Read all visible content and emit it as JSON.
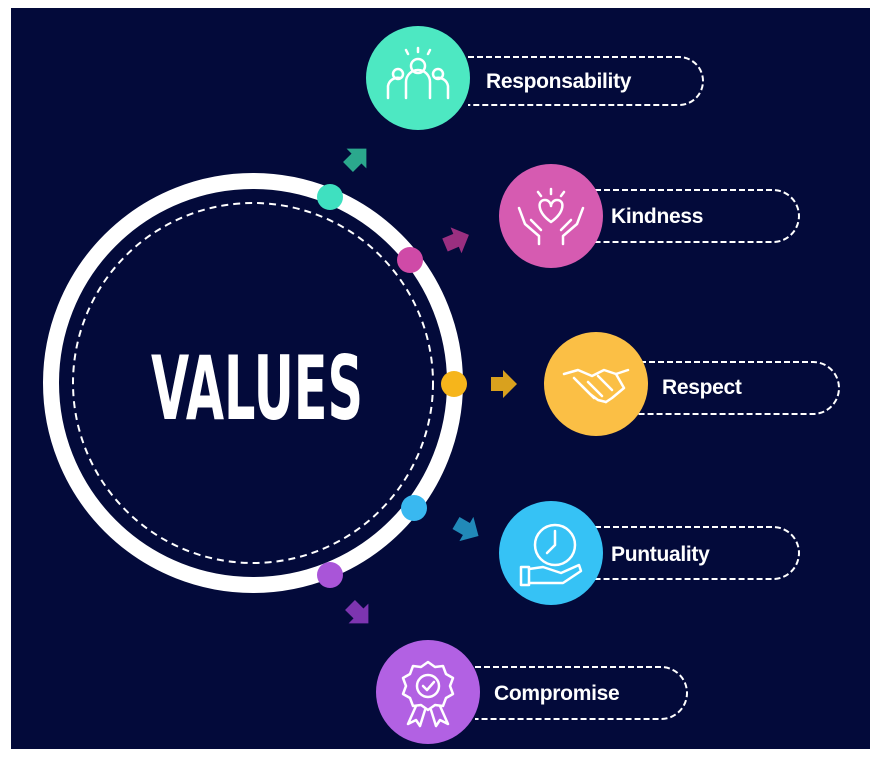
{
  "title": "VALUES",
  "items": [
    {
      "label": "Responsability",
      "color": "#4de8c2",
      "dot": "#3fe0c0",
      "arrow": "#2ba88d",
      "icon": "team-icon"
    },
    {
      "label": "Kindness",
      "color": "#d65bb1",
      "dot": "#cf4aa7",
      "arrow": "#9a2f80",
      "icon": "heart-hands-icon"
    },
    {
      "label": "Respect",
      "color": "#fbbf45",
      "dot": "#f6b51b",
      "arrow": "#d9a11e",
      "icon": "handshake-icon"
    },
    {
      "label": "Puntuality",
      "color": "#36c2f5",
      "dot": "#39b8f0",
      "arrow": "#2189b8",
      "icon": "clock-hand-icon"
    },
    {
      "label": "Compromise",
      "color": "#b261e3",
      "dot": "#a955d8",
      "arrow": "#7d35b0",
      "icon": "award-badge-icon"
    }
  ]
}
